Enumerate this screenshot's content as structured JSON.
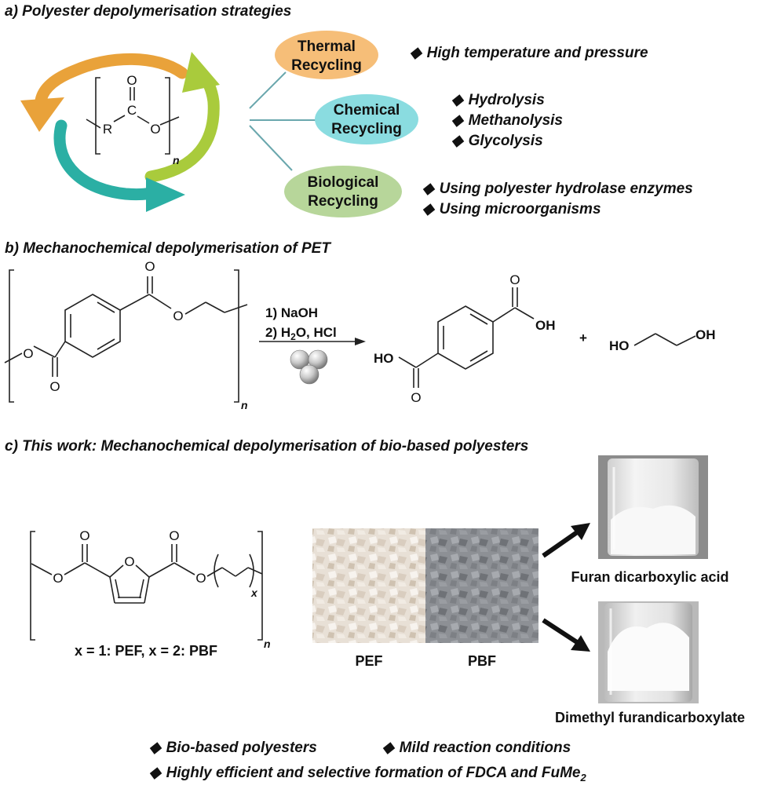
{
  "section_a": {
    "title": "a) Polyester depolymerisation strategies",
    "monomer": {
      "atom_r": "R",
      "atom_c": "C",
      "atom_o_top": "O",
      "atom_o": "O",
      "subscript": "n"
    },
    "thermal": {
      "label_line1": "Thermal",
      "label_line2": "Recycling",
      "color": "#F6BE78",
      "bullets": [
        "High temperature and pressure"
      ]
    },
    "chemical": {
      "label_line1": "Chemical",
      "label_line2": "Recycling",
      "color": "#8ADCE0",
      "bullets": [
        "Hydrolysis",
        "Methanolysis",
        "Glycolysis"
      ]
    },
    "biological": {
      "label_line1": "Biological",
      "label_line2": "Recycling",
      "color": "#B7D69A",
      "bullets": [
        "Using polyester hydrolase enzymes",
        "Using microorganisms"
      ]
    },
    "arrow_colors": {
      "orange": "#E9A23A",
      "green": "#A9CB3C",
      "teal": "#2BAFA4"
    }
  },
  "section_b": {
    "title": "b) Mechanochemical depolymerisation of PET",
    "reagent_1": "1) NaOH",
    "reagent_2_prefix": "2) H",
    "reagent_2_sub": "2",
    "reagent_2_suffix": "O, HCl",
    "plus": "+",
    "pet": {
      "o_top": "O",
      "o_chain": "O",
      "o_left": "O",
      "o_bottom": "O",
      "subscript": "n"
    },
    "tpa": {
      "o_top": "O",
      "oh_right": "OH",
      "ho_left": "HO",
      "o_bottom": "O"
    },
    "eg": {
      "ho": "HO",
      "oh": "OH"
    }
  },
  "section_c": {
    "title": "c) This work: Mechanochemical depolymerisation of bio-based polyesters",
    "polymer": {
      "o1": "O",
      "o_ring": "O",
      "o2": "O",
      "o_left": "O",
      "o_right": "O",
      "sub_x": "x",
      "sub_n": "n",
      "caption": "x = 1: PEF, x = 2: PBF"
    },
    "photo_pef_label": "PEF",
    "photo_pbf_label": "PBF",
    "product_1_label": "Furan dicarboxylic acid",
    "product_2_label": "Dimethyl furandicarboxylate",
    "bullet_1": "Bio-based polyesters",
    "bullet_2": "Mild reaction conditions",
    "bullet_3_main": "Highly efficient and selective formation of FDCA and FuMe",
    "bullet_3_sub": "2",
    "bullet_symbol": "◆"
  }
}
